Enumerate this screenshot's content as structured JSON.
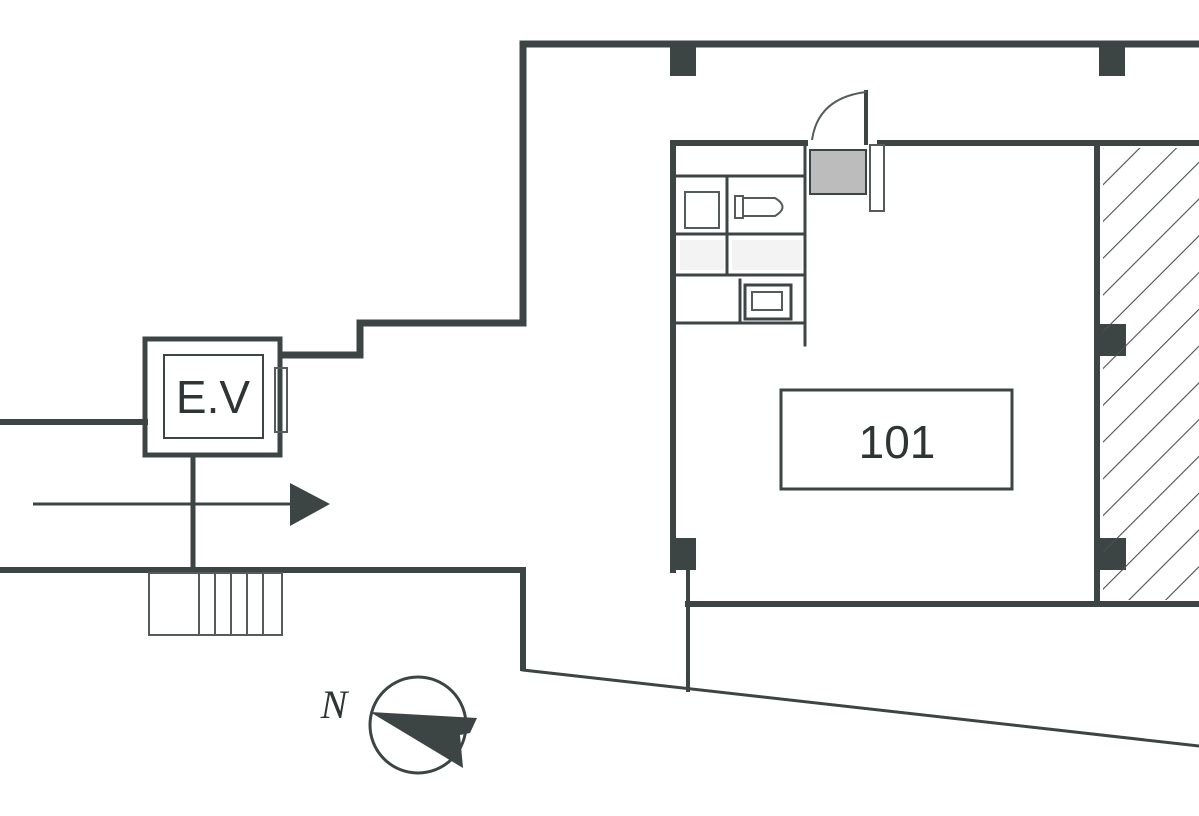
{
  "floor_plan": {
    "elevator_label": "E.V",
    "unit_label": "101",
    "north_label": "N"
  },
  "colors": {
    "wall": "#3d4444",
    "accent_gray": "#bcbcbc",
    "hatch": "#4a5050"
  },
  "icons": {
    "compass": "north-compass-icon",
    "direction": "arrow-right-icon"
  }
}
